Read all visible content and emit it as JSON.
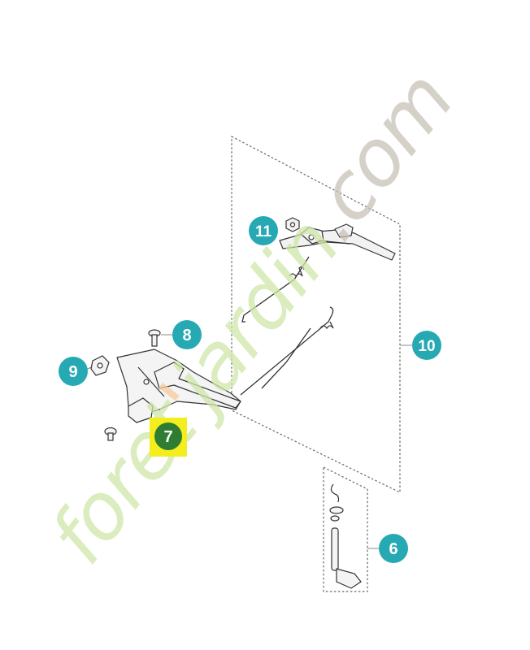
{
  "callouts": [
    {
      "id": "part-6",
      "label": "6",
      "color": "#27a9b4"
    },
    {
      "id": "part-7",
      "label": "7",
      "color": "#2e7d32",
      "highlight": "#f5ee1e"
    },
    {
      "id": "part-8",
      "label": "8",
      "color": "#27a9b4"
    },
    {
      "id": "part-9",
      "label": "9",
      "color": "#27a9b4"
    },
    {
      "id": "part-10",
      "label": "10",
      "color": "#27a9b4"
    },
    {
      "id": "part-11",
      "label": "11",
      "color": "#27a9b4"
    }
  ],
  "watermark": {
    "part1": "foret",
    "part2": "'",
    "part3": "jardin",
    "part4": ".com",
    "colors": {
      "green": "#cfe6a9",
      "orange": "#f6cd9a",
      "grey": "#c8c2b8"
    }
  }
}
